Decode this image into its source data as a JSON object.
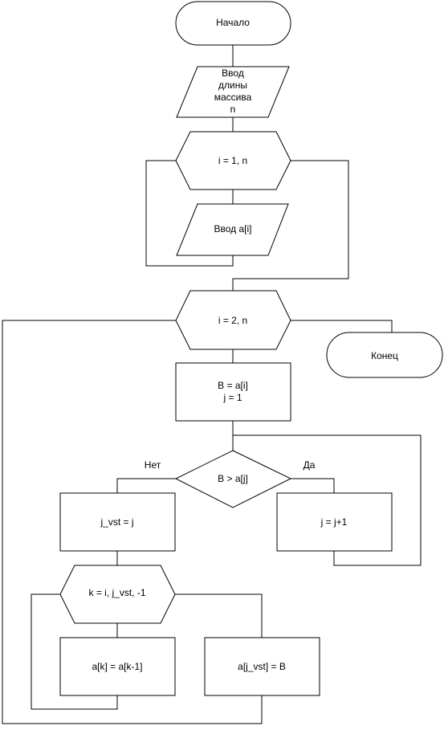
{
  "flowchart": {
    "start": "Начало",
    "input_n": [
      "Ввод",
      "длины",
      "массива",
      "n"
    ],
    "loop1": "i = 1, n",
    "input_ai": "Ввод a[i]",
    "loop2": "i = 2, n",
    "end": "Конец",
    "assign_b": [
      "B = a[i]",
      "j = 1"
    ],
    "cond": "B > a[j]",
    "cond_no": "Нет",
    "cond_yes": "Да",
    "jvst": "j_vst = j",
    "jinc": "j = j+1",
    "loop3": "k = i, j_vst, -1",
    "shift": "a[k] = a[k-1]",
    "insert": "a[j_vst] = B"
  }
}
